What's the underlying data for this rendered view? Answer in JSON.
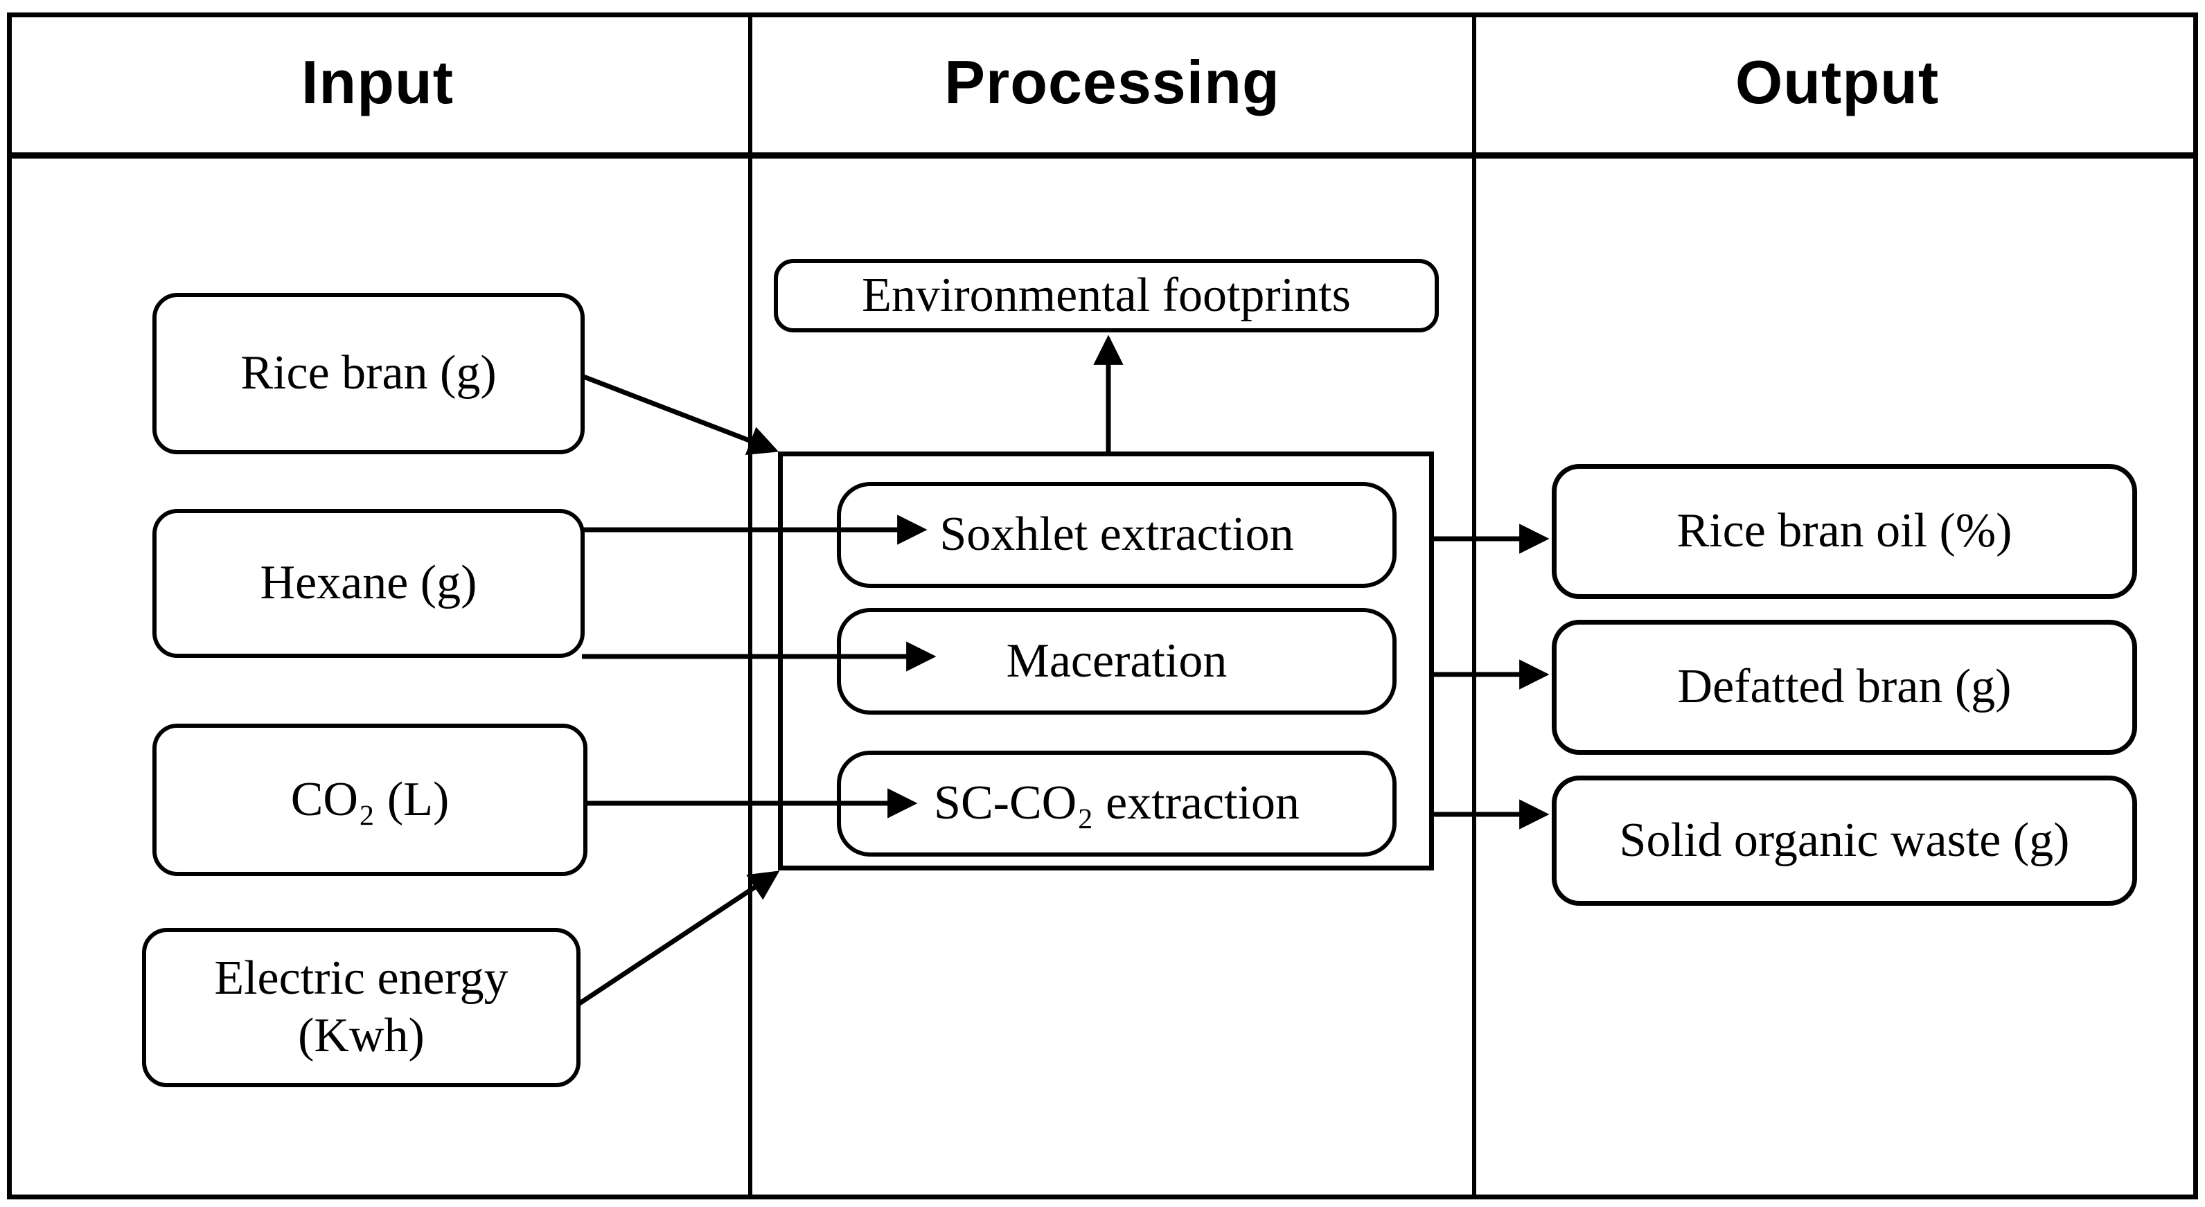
{
  "diagram": {
    "title_hint": "Input / Processing / Output flow diagram",
    "headers": [
      {
        "id": "input",
        "label": "Input"
      },
      {
        "id": "processing",
        "label": "Processing"
      },
      {
        "id": "output",
        "label": "Output"
      }
    ],
    "inputs": [
      {
        "id": "rice-bran",
        "label": "Rice bran (g)"
      },
      {
        "id": "hexane",
        "label": "Hexane (g)"
      },
      {
        "id": "co2",
        "label": "CO₂ (L)"
      },
      {
        "id": "electric-energy",
        "label": "Electric energy (Kwh)"
      }
    ],
    "processing": {
      "footprints_label": "Environmental footprints",
      "methods": [
        {
          "id": "soxhlet",
          "label": "Soxhlet extraction"
        },
        {
          "id": "maceration",
          "label": "Maceration"
        },
        {
          "id": "sc-co2",
          "label": "SC-CO₂ extraction"
        }
      ]
    },
    "outputs": [
      {
        "id": "rice-bran-oil",
        "label": "Rice bran oil (%)"
      },
      {
        "id": "defatted-bran",
        "label": "Defatted bran (g)"
      },
      {
        "id": "solid-organic-waste",
        "label": "Solid organic waste (g)"
      }
    ],
    "edges": [
      {
        "from": "Rice bran (g)",
        "to": "Processing group"
      },
      {
        "from": "Hexane (g)",
        "to": "Soxhlet extraction"
      },
      {
        "from": "Hexane (g)",
        "to": "Maceration"
      },
      {
        "from": "CO₂ (L)",
        "to": "SC-CO₂ extraction"
      },
      {
        "from": "Electric energy (Kwh)",
        "to": "Processing group"
      },
      {
        "from": "Processing group",
        "to": "Environmental footprints"
      },
      {
        "from": "Soxhlet extraction",
        "to": "Rice bran oil (%)"
      },
      {
        "from": "Maceration",
        "to": "Defatted bran (g)"
      },
      {
        "from": "SC-CO₂ extraction",
        "to": "Solid organic waste (g)"
      }
    ],
    "colors": {
      "line": "#000000",
      "background": "#ffffff"
    }
  }
}
